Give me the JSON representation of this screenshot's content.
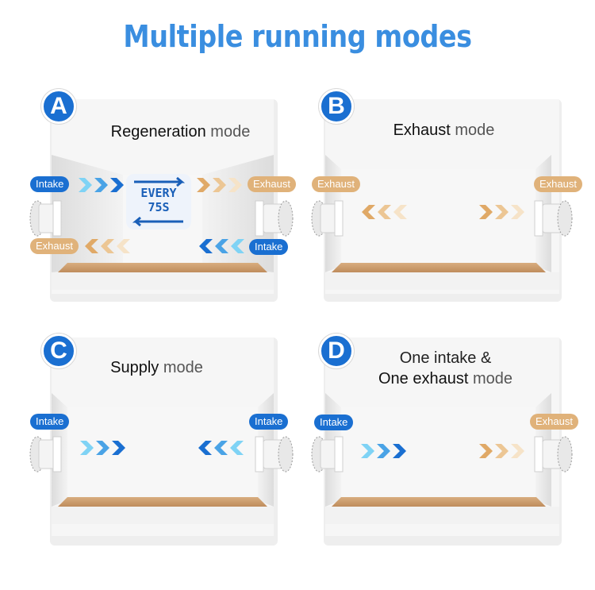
{
  "title": "Multiple running modes",
  "labels": {
    "intake": "Intake",
    "exhaust": "Exhaust"
  },
  "every": {
    "line1": "EVERY",
    "line2": "75S"
  },
  "colors": {
    "title_blue": "#3a8ee0",
    "badge_blue": "#1a6fd1",
    "intake_blue": "#1a6fd1",
    "exhaust_orange": "#e0b27a",
    "floor_wood": "#c99a6a"
  },
  "panels": [
    {
      "letter": "A",
      "title_strong": "Regeneration",
      "title_light": " mode"
    },
    {
      "letter": "B",
      "title_strong": "Exhaust",
      "title_light": " mode"
    },
    {
      "letter": "C",
      "title_strong": "Supply",
      "title_light": " mode"
    },
    {
      "letter": "D",
      "title_line1": "One intake &",
      "title_strong": "One exhaust",
      "title_light": " mode"
    }
  ]
}
